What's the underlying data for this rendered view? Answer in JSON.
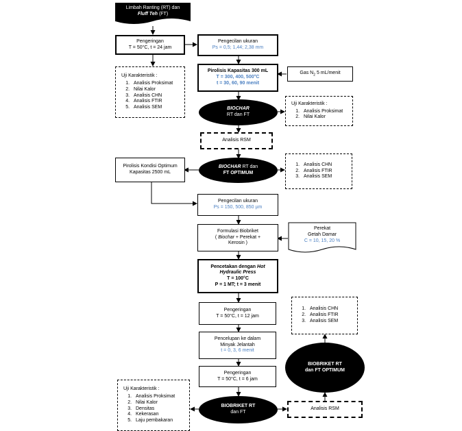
{
  "nodes": {
    "start": {
      "l1": "Limbah Ranting (RT) dan",
      "l2a": "Fluff Teh",
      "l2b": " (FT)"
    },
    "dry1": {
      "l1": "Pengeringan",
      "l2": "T = 50°C, t = 24 jam"
    },
    "size1": {
      "l1": "Pengecilan ukuran",
      "l2": "Ps = 0,5; 1,44; 2,38 mm"
    },
    "pyro1": {
      "l1": "Pirolisis Kapasitas 300 mL",
      "l2": "T = 300, 400, 500°C",
      "l3": "t = 30, 60, 90 menit"
    },
    "gas": {
      "pre": "Gas N",
      "sub": "2",
      "post": " 5 mL/menit"
    },
    "char1": {
      "title": "Uji Karakteristik :",
      "items": [
        "Analisis Proksimat",
        "Nilai Kalor",
        "Analisis CHN",
        "Analisis FTIR",
        "Analisis SEM"
      ]
    },
    "biochar": {
      "l1": "BIOCHAR",
      "l2": "RT dan FT"
    },
    "char2": {
      "title": "Uji Karakteristik :",
      "items": [
        "Analisis Proksimat",
        "Nilai Kalor"
      ]
    },
    "rsm1": {
      "label": "Analisis RSM"
    },
    "biochar_opt": {
      "l1a": "BIOCHAR",
      "l1b": " RT dan",
      "l2": "FT OPTIMUM"
    },
    "pyro_opt": {
      "l1": "Pirolisis Kondisi Optimum",
      "l2": "Kapasitas 2500 mL"
    },
    "char3": {
      "items": [
        "Analisis CHN",
        "Analisis FTIR",
        "Analisis SEM"
      ]
    },
    "size2": {
      "l1": "Pengecilan ukuran",
      "l2": "Ps = 150, 500, 850 µm"
    },
    "formul": {
      "l1": "Formulasi Biobriket",
      "l2a": "( ",
      "l2b": "Biochar",
      "l2c": " + Perekat +",
      "l3": "Kerosin )"
    },
    "perekat": {
      "l1": "Perekat",
      "l2": "Getah Damar",
      "l3": "C = 10, 15, 20 %"
    },
    "press": {
      "l1a": "Pencetakan dengan ",
      "l1b": "Hot",
      "l2": "Hydraulic Press",
      "l3": "T = 100°C",
      "l4": "P = 1 MT; t = 3 menit"
    },
    "dry2": {
      "l1": "Pengeringan",
      "l2": "T = 50°C, t = 12 jam"
    },
    "dip": {
      "l1": "Pencelupan ke dalam",
      "l2": "Minyak Jelantah",
      "l3": "t = 0, 3, 6 menit"
    },
    "dry3": {
      "l1": "Pengeringan",
      "l2": "T = 50°C, t = 6 jam"
    },
    "char4": {
      "title": "Uji Karakteristik :",
      "items": [
        "Analisis Proksimat",
        "Nilai Kalor",
        "Densitas",
        "Kekerasan",
        "Laju pembakaran"
      ]
    },
    "briket": {
      "l1": "BIOBRIKET RT",
      "l2": "dan FT"
    },
    "rsm2": {
      "label": "Analisis RSM"
    },
    "briket_opt": {
      "l1": "BIOBRIKET RT",
      "l2": "dan FT OPTIMUM"
    },
    "char5": {
      "items": [
        "Analisis CHN",
        "Analisis FTIR",
        "Analisis SEM"
      ]
    }
  },
  "colors": {
    "accent_blue": "#4a7fc1",
    "ink": "#000000"
  }
}
